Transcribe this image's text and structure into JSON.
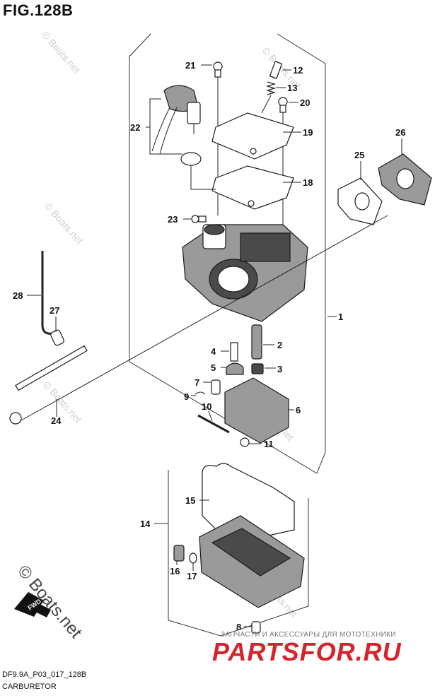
{
  "figure": {
    "title": "FIG.128B",
    "code": "DF9.9A_P03_017_128B",
    "caption": "CARBURETOR"
  },
  "callouts": [
    "1",
    "2",
    "3",
    "4",
    "5",
    "6",
    "7",
    "8",
    "9",
    "10",
    "11",
    "12",
    "13",
    "14",
    "15",
    "16",
    "17",
    "18",
    "19",
    "20",
    "21",
    "22",
    "23",
    "24",
    "25",
    "26",
    "27",
    "28"
  ],
  "watermark": {
    "small": "© Boats.net",
    "large": "© Boats.net",
    "shop_tagline": "ЗАПЧАСТИ И АКСЕССУАРЫ ДЛЯ МОТОТЕХНИКИ",
    "shop_logo": "PARTSFOR.RU"
  },
  "fwd_label": "FWD",
  "colors": {
    "shop_logo": "#d7232b"
  }
}
